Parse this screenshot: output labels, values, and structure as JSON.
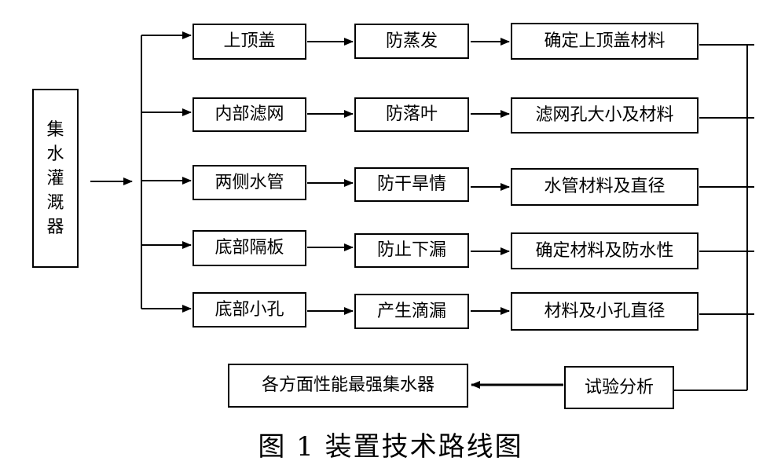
{
  "source": "集水灌溉器",
  "rows": [
    {
      "part": "上顶盖",
      "purpose": "防蒸发",
      "decision": "确定上顶盖材料"
    },
    {
      "part": "内部滤网",
      "purpose": "防落叶",
      "decision": "滤网孔大小及材料"
    },
    {
      "part": "两侧水管",
      "purpose": "防干旱情",
      "decision": "水管材料及直径"
    },
    {
      "part": "底部隔板",
      "purpose": "防止下漏",
      "decision": "确定材料及防水性"
    },
    {
      "part": "底部小孔",
      "purpose": "产生滴漏",
      "decision": "材料及小孔直径"
    }
  ],
  "analysis": "试验分析",
  "result": "各方面性能最强集水器",
  "caption": "图 1  装置技术路线图"
}
